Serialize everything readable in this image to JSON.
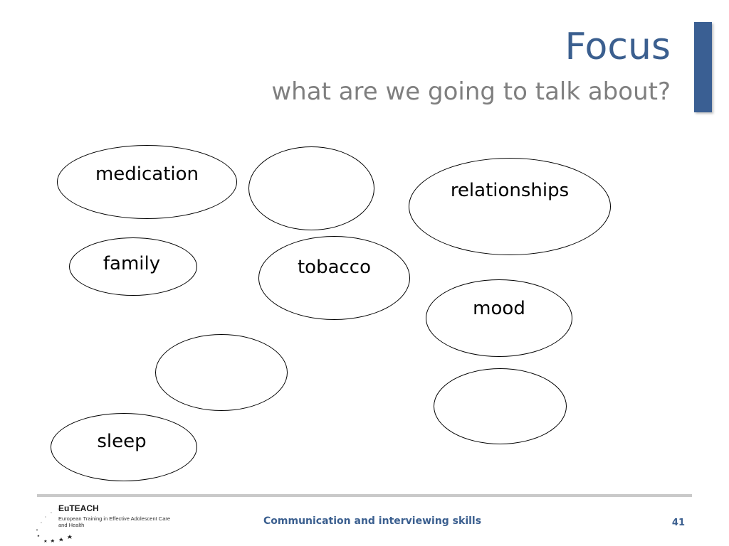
{
  "slide": {
    "title": "Focus",
    "subtitle": "what are we going to talk about?"
  },
  "bubbles": [
    {
      "label": "medication"
    },
    {
      "label": ""
    },
    {
      "label": "relationships"
    },
    {
      "label": "family"
    },
    {
      "label": "tobacco"
    },
    {
      "label": "mood"
    },
    {
      "label": ""
    },
    {
      "label": ""
    },
    {
      "label": "sleep"
    }
  ],
  "footer": {
    "center_text": "Communication and interviewing skills",
    "page_number": "41",
    "logo": {
      "name": "EuTEACH",
      "tagline": "European Training in Effective Adolescent Care and Health"
    }
  },
  "colors": {
    "title": "#3b5f8f",
    "subtitle": "#7f7f7f",
    "accent_bar": "#3a5f93",
    "footer_rule": "#c9c9c9"
  }
}
